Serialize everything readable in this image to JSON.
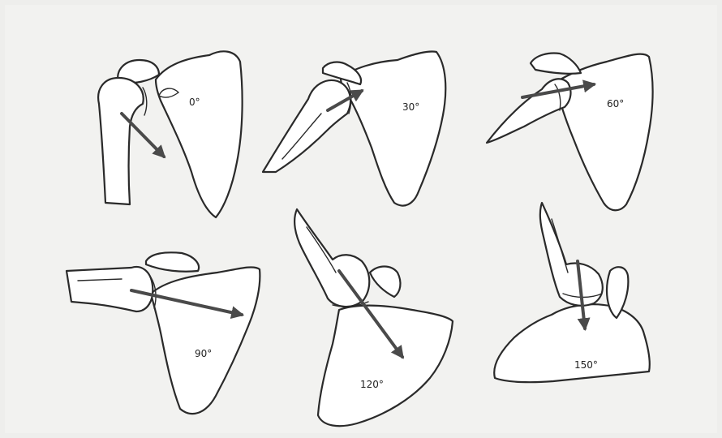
{
  "panels": [
    {
      "id": "0",
      "label": "0°"
    },
    {
      "id": "30",
      "label": "30°"
    },
    {
      "id": "60",
      "label": "60°"
    },
    {
      "id": "90",
      "label": "90°"
    },
    {
      "id": "120",
      "label": "120°"
    },
    {
      "id": "150",
      "label": "150°"
    }
  ],
  "colors": {
    "ink": "#2a2a2a",
    "arrow": "#4a4a4a",
    "paper": "#f2f2f0"
  }
}
